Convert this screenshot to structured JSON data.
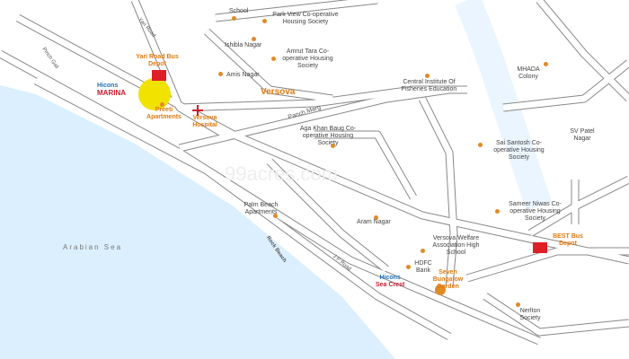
{
  "title": "Location Map - Versova",
  "watermark": "99acres.com",
  "colors": {
    "sea": "#dcefff",
    "road": "#888888",
    "poi": "#e08a2a",
    "project": "#f2e200",
    "bus_depot": "#e01e26",
    "hospital": "#cc1f2a",
    "brand_blue": "#1f6fb8",
    "brand_red": "#c41e2e"
  },
  "water": {
    "sea_label": "Arabian Sea"
  },
  "roads": {
    "yari_road": "Yari Road",
    "pinch_gali": "Pinch Gali",
    "panch_marg": "Panch Marg",
    "jp_road": "J P Road",
    "rock_beach": "Rock Beach"
  },
  "areas": {
    "versova": "Versova"
  },
  "projects": [
    {
      "brand": "Hicons",
      "name": "MARINA"
    },
    {
      "brand": "Hicons",
      "name": "Sea Crest"
    }
  ],
  "landmarks": {
    "school": "School",
    "park_view": "Park View Co-operative Housing Society",
    "ishibla_nagar": "Ishibla Nagar",
    "amrut_tara": "Amrut Tara Co-operative Housing Society",
    "amis_nagar": "Amis Nagar",
    "yari_road_bus_depot": "Yari Road Bus Depot",
    "preeti_apartments": "Preeti Apartments",
    "versova_hospital": "Versova Hospital",
    "cife": "Central Institute Of Fisheries Education",
    "mhada_colony": "MHADA Colony",
    "sv_patel_nagar": "SV Patel Nagar",
    "aga_khan_baug": "Aga Khan Baug Co-operative Housing Society",
    "sai_santosh": "Sai Santosh Co-operative Housing Society",
    "palm_beach": "Palm Beach Apartments",
    "aram_nagar": "Aram Nagar",
    "sameer_niwas": "Sameer Niwas Co-operative Housing Society",
    "versova_welfare": "Versova Welfare Association High School",
    "best_bus_depot": "BEST Bus Depot",
    "hdfc_bank": "HDFC Bank",
    "seven_bungalow": "Seven Bungalow Garden",
    "nerlton_society": "Nerlton Society"
  }
}
